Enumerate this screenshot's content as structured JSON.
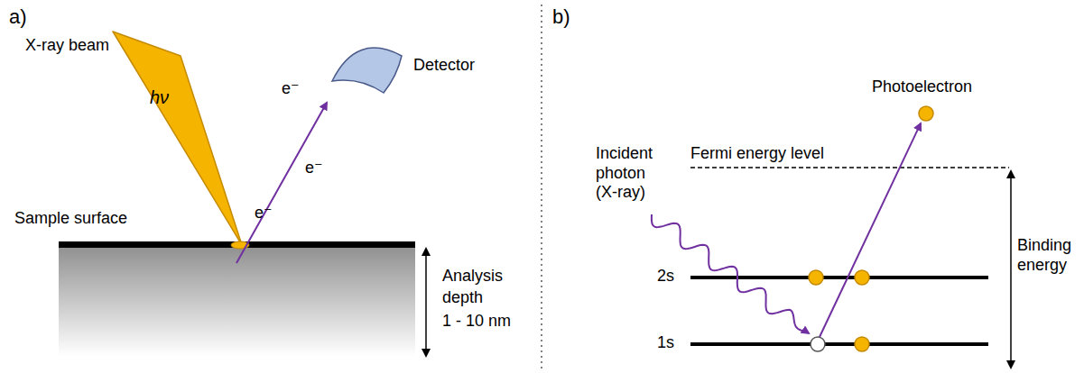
{
  "diagram": {
    "labels": [
      "a)",
      "X-ray beam",
      "hν",
      "Detector",
      "e⁻",
      "e⁻",
      "e⁻",
      "Sample surface",
      "Analysis",
      "depth",
      "1 - 10 nm",
      "b)",
      "Photoelectron",
      "Fermi energy level",
      "Incident photon (X-ray)",
      "2s",
      "1s",
      "Binding energy"
    ]
  }
}
